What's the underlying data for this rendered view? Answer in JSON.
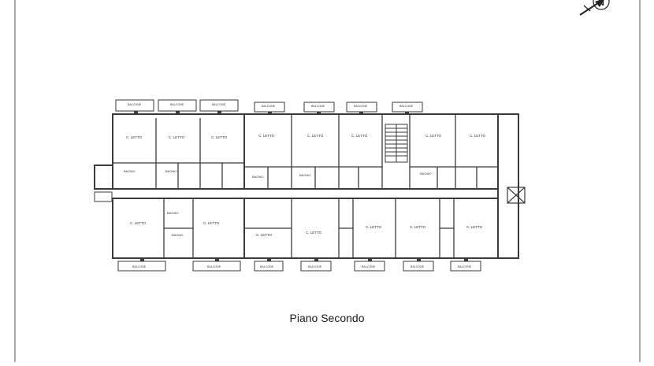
{
  "caption": "Piano Secondo",
  "north_label": "N",
  "rooms": {
    "camera": "C. LETTO",
    "bagno": "BAGNO",
    "balcone": "BALCONE"
  },
  "colors": {
    "line": "#3a3a3a",
    "hatch": "#6a6a6a",
    "paper": "#ffffff"
  }
}
